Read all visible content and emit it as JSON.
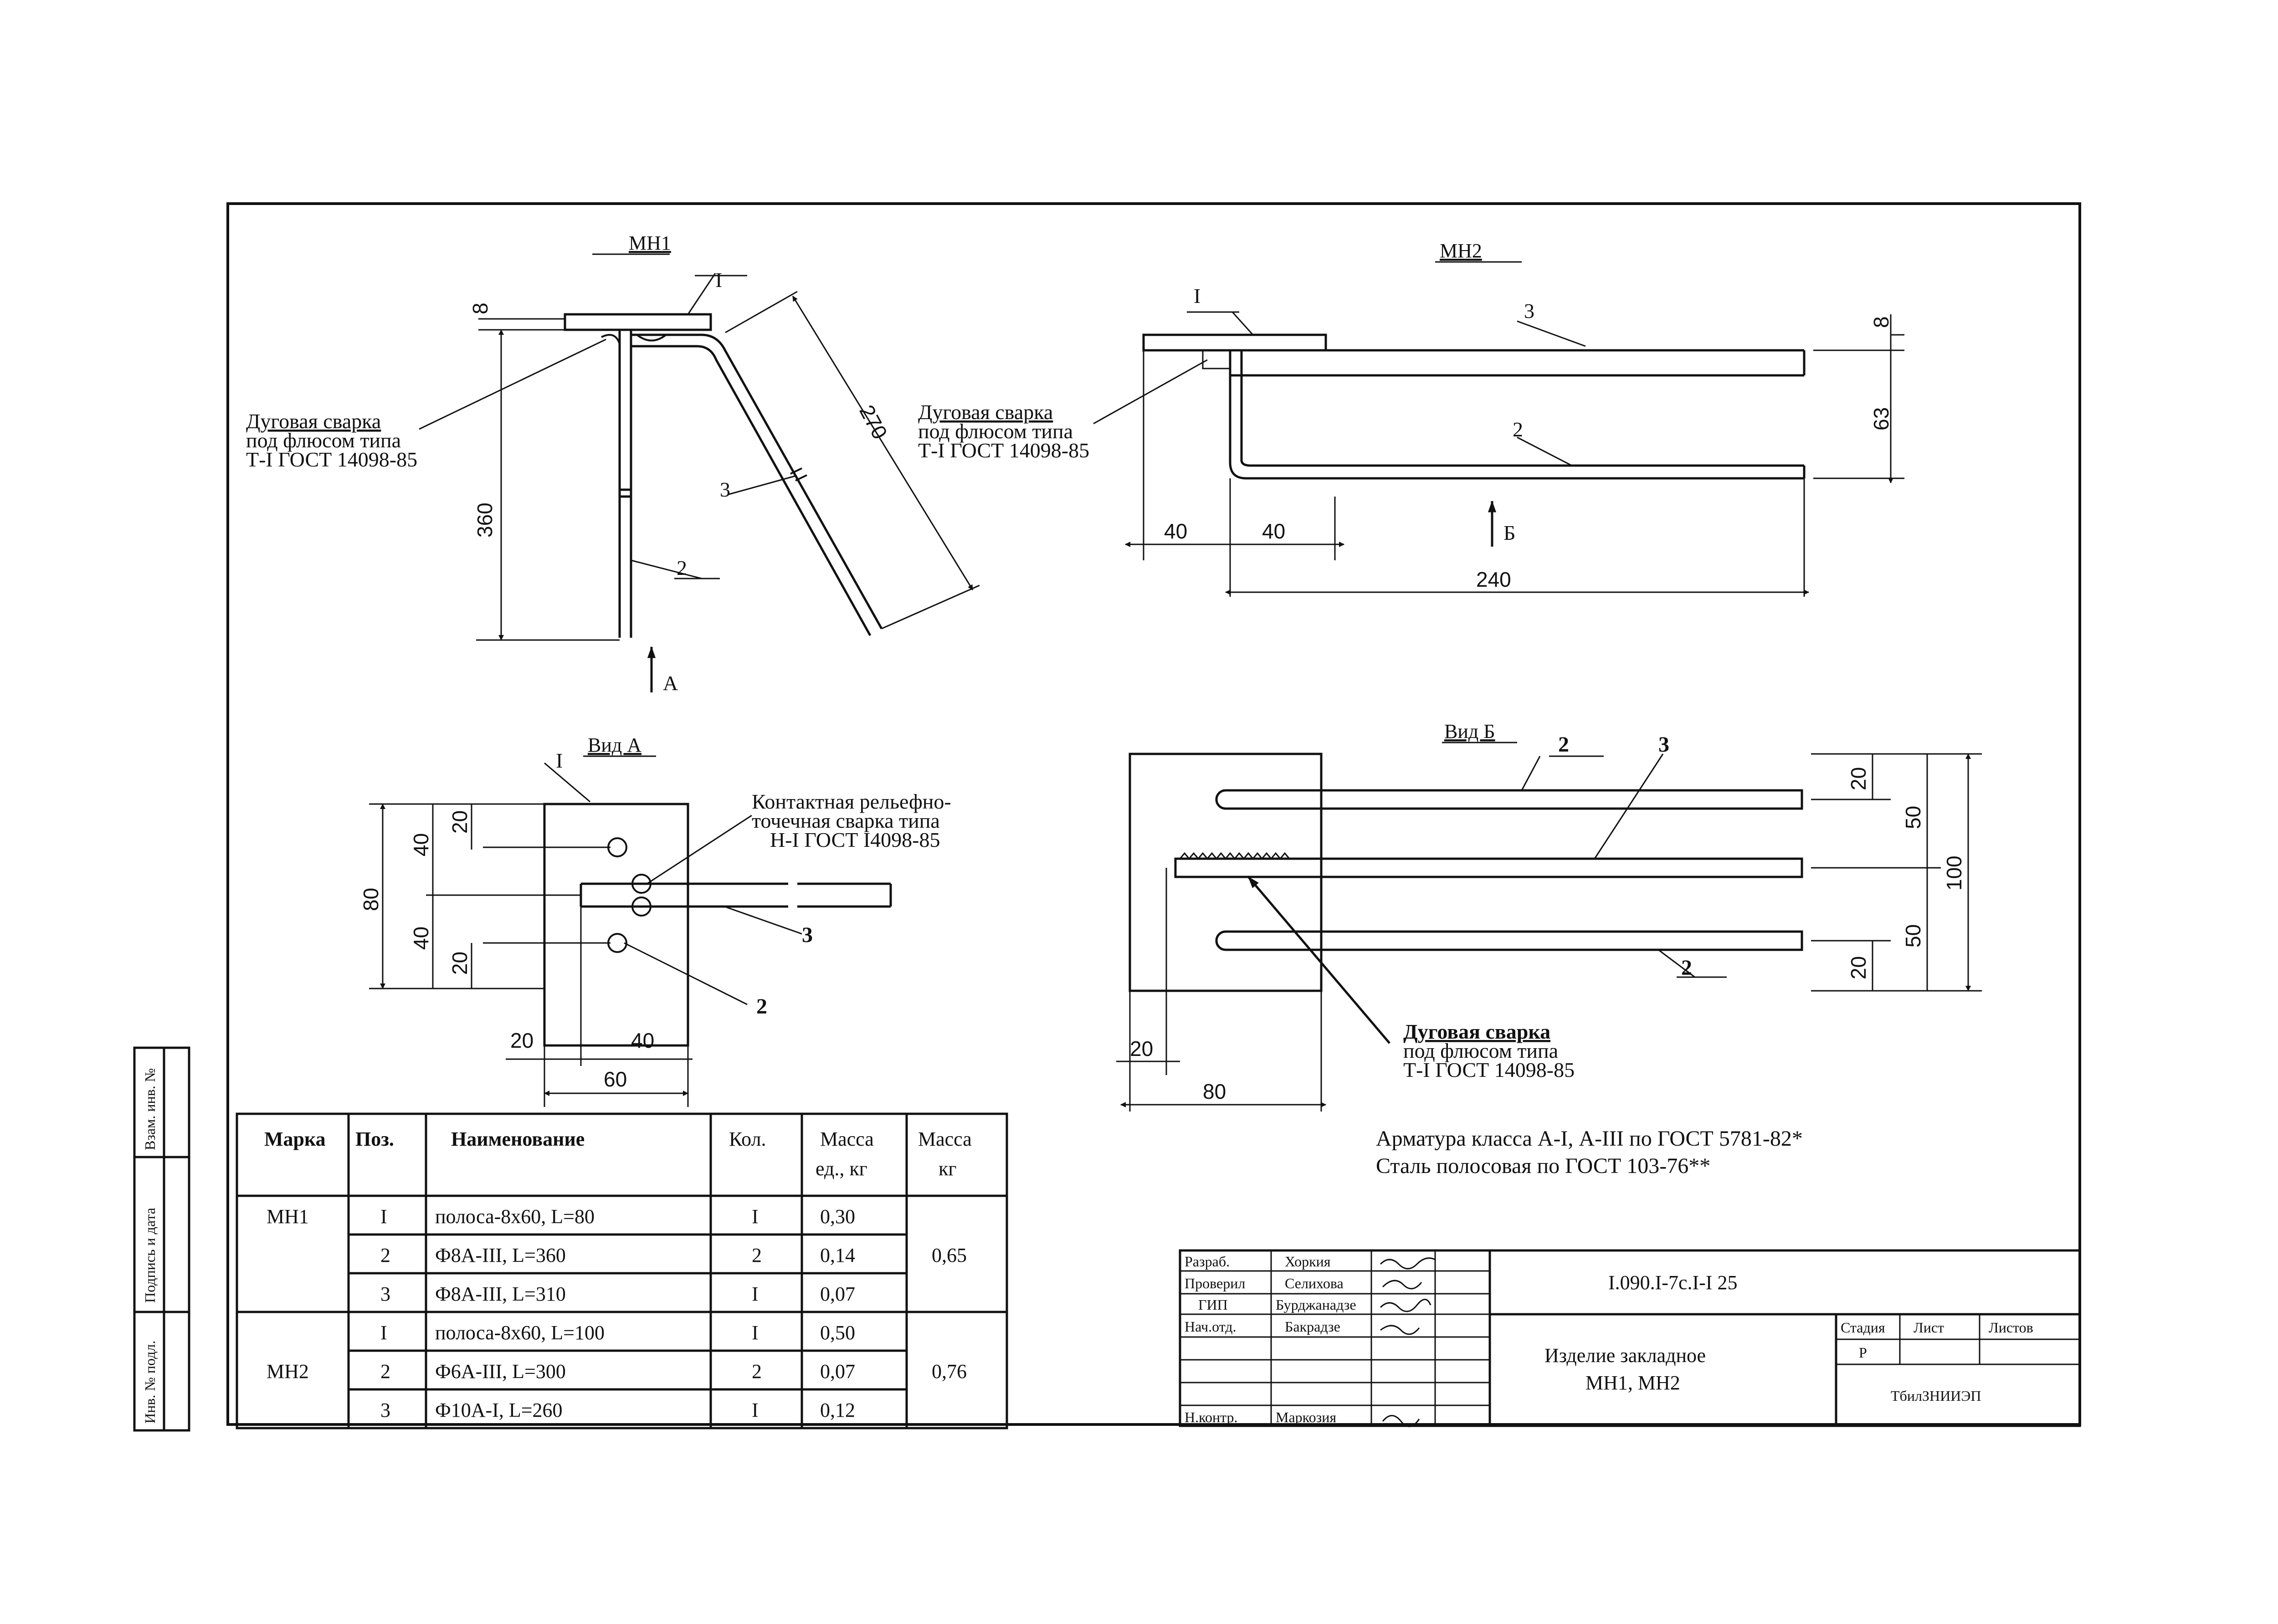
{
  "views": {
    "mn1_title": "МН1",
    "mn2_title": "МН2",
    "view_a_title": "Вид А",
    "view_b_title": "Вид Б",
    "arrow_a": "А",
    "arrow_b": "Б"
  },
  "callouts": {
    "arc_weld_1": "Дуговая сварка",
    "arc_weld_2": "под флюсом типа",
    "arc_weld_3": "Т-I ГОСТ 14098-85",
    "contact_weld_1": "Контактная рельефно-",
    "contact_weld_2": "точечная сварка типа",
    "contact_weld_3": "Н-I ГОСТ I4098-85"
  },
  "positions": {
    "p1": "I",
    "p2": "2",
    "p3": "3"
  },
  "dimensions": {
    "mn1_thk": "8",
    "mn1_len": "360",
    "mn1_bar": "270",
    "mn2_thk": "8",
    "mn2_h": "63",
    "mn2_l1": "40",
    "mn2_l2": "40",
    "mn2_len": "240",
    "va_h": "80",
    "va_40a": "40",
    "va_40b": "40",
    "va_20a": "20",
    "va_20b": "20",
    "va_20c": "20",
    "va_40c": "40",
    "va_60": "60",
    "vb_20a": "20",
    "vb_50a": "50",
    "vb_100": "100",
    "vb_50b": "50",
    "vb_20b": "20",
    "vb_20c": "20",
    "vb_80": "80"
  },
  "notes": {
    "line1": "Арматура класса А-I, А-III по ГОСТ 5781-82*",
    "line2": "Сталь полосовая по ГОСТ 103-76**"
  },
  "spec_table": {
    "headers": {
      "mark": "Марка",
      "pos": "Поз.",
      "name": "Наименование",
      "qty": "Кол.",
      "mass_unit_1": "Масса",
      "mass_unit_2": "ед., кг",
      "mass_total_1": "Масса",
      "mass_total_2": "кг"
    },
    "groups": [
      {
        "mark": "МН1",
        "total": "0,65",
        "rows": [
          {
            "pos": "I",
            "name": "полоса-8х60, L=80",
            "qty": "I",
            "mass": "0,30"
          },
          {
            "pos": "2",
            "name": "Ф8А-III, L=360",
            "qty": "2",
            "mass": "0,14"
          },
          {
            "pos": "3",
            "name": "Ф8А-III, L=310",
            "qty": "I",
            "mass": "0,07"
          }
        ]
      },
      {
        "mark": "МН2",
        "total": "0,76",
        "rows": [
          {
            "pos": "I",
            "name": "полоса-8х60, L=100",
            "qty": "I",
            "mass": "0,50"
          },
          {
            "pos": "2",
            "name": "Ф6А-III, L=300",
            "qty": "2",
            "mass": "0,07"
          },
          {
            "pos": "3",
            "name": "Ф10А-I, L=260",
            "qty": "I",
            "mass": "0,12"
          }
        ]
      }
    ]
  },
  "side_stamp": {
    "c1": "Инв. № подл.",
    "c2": "Подпись и дата",
    "c3": "Взам. инв. №"
  },
  "title_block": {
    "code": "I.090.I-7с.I-I 25",
    "title_1": "Изделие закладное",
    "title_2": "МН1, МН2",
    "stage_h": "Стадия",
    "sheet_h": "Лист",
    "sheets_h": "Листов",
    "stage": "Р",
    "org": "ТбилЗНИИЭП",
    "roles": [
      {
        "role": "Разраб.",
        "name": "Хоркия"
      },
      {
        "role": "Проверил",
        "name": "Селихова"
      },
      {
        "role": "ГИП",
        "name": "Бурджанадзе"
      },
      {
        "role": "Нач.отд.",
        "name": "Бакрадзе"
      },
      {
        "role": "",
        "name": ""
      },
      {
        "role": "",
        "name": ""
      },
      {
        "role": "",
        "name": ""
      },
      {
        "role": "Н.контр.",
        "name": "Маркозия"
      }
    ]
  }
}
